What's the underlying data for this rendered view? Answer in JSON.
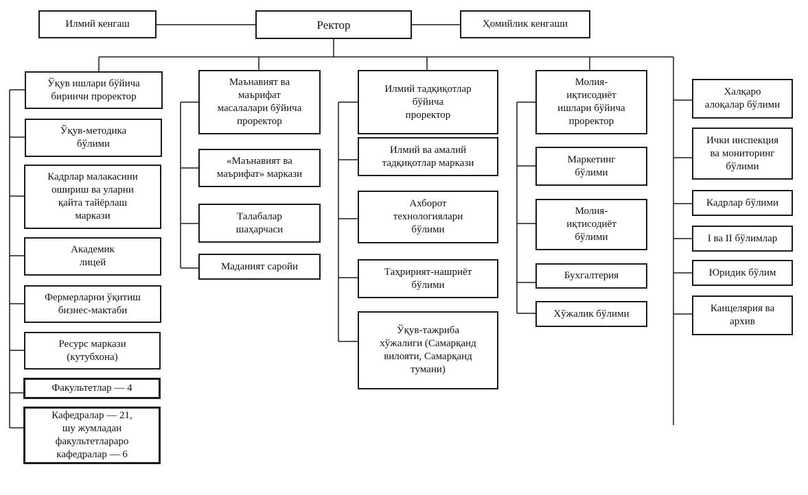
{
  "top": {
    "rector": "Ректор",
    "scientific_council": "Илмий кенгаш",
    "trustee_council": "Ҳомийлик кенгаши"
  },
  "columns": [
    {
      "head": "Ўқув ишлари бўйича\nбиринчи проректор",
      "items": [
        "Ўқув-методика\nбўлими",
        "Кадрлар малакасини\nошириш ва уларни\nқайта тайёрлаш\nмаркази",
        "Академик\nлицей",
        "Фермерларни ўқитиш\nбизнес-мактаби",
        "Ресурс маркази\n(кутубхона)",
        "Факультетлар — 4",
        "Кафедралар — 21,\nшу жумладан\nфакультетлараро\nкафедралар — 6"
      ]
    },
    {
      "head": "Маънавият ва\nмаърифат\nмасалалари бўйича\nпроректор",
      "items": [
        "«Маънавият ва\nмаърифат» маркази",
        "Талабалар\nшаҳарчаси",
        "Маданият саройи"
      ]
    },
    {
      "head": "Илмий тадқиқотлар\nбўйича\nпроректор",
      "items": [
        "Илмий ва амалий\nтадқиқотлар маркази",
        "Ахборот\nтехнологиялари\nбўлими",
        "Таҳририят-нашриёт\nбўлими",
        "Ўқув-тажриба\nхўжалиги (Самарқанд\nвилояти, Самарқанд\nтумани)"
      ]
    },
    {
      "head": "Молия-\nиқтисодиёт\nишлари бўйича\nпроректор",
      "items": [
        "Маркетинг\nбўлими",
        "Молия-\nиқтисодиёт\nбўлими",
        "Бухгалтерия",
        "Хўжалик бўлими"
      ]
    },
    {
      "items": [
        "Халқаро\nалоқалар бўлими",
        "Ички инспекция\nва мониторинг\nбўлими",
        "Кадрлар бўлими",
        "I ва II бўлимлар",
        "Юридик бўлим",
        "Канцелярия ва\nархив"
      ]
    }
  ]
}
